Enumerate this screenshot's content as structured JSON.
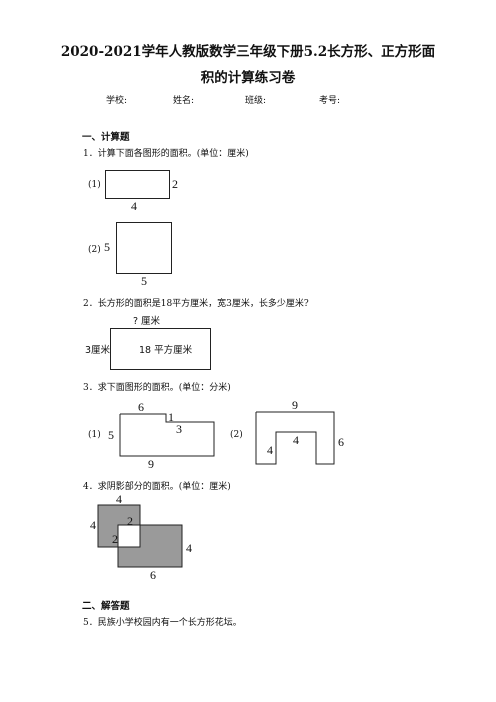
{
  "header": {
    "title_line1": "2020-2021学年人教版数学三年级下册5.2长方形、正方形面",
    "title_line2": "积的计算练习卷",
    "fields": [
      "学校:",
      "姓名:",
      "班级:",
      "考号:"
    ]
  },
  "section1": {
    "heading": "一、计算题",
    "q1": {
      "text": "1．计算下面各图形的面积。(单位：厘米)",
      "fig1": {
        "label": "(1)",
        "width": "4",
        "height": "2"
      },
      "fig2": {
        "label": "(2)",
        "side_left": "5",
        "side_bottom": "5"
      }
    },
    "q2": {
      "text": "2．长方形的面积是18平方厘米，宽3厘米，长多少厘米?",
      "top": "? 厘米",
      "left": "3厘米",
      "center": "18 平方厘米"
    },
    "q3": {
      "text": "3．求下面图形的面积。(单位：分米)",
      "fig1": {
        "label": "(1)",
        "top": "6",
        "step": "1",
        "right": "3",
        "left": "5",
        "bottom": "9"
      },
      "fig2": {
        "label": "(2)",
        "top": "9",
        "inner": "4",
        "inner_left": "4",
        "right": "6"
      }
    },
    "q4": {
      "text": "4．求阴影部分的面积。(单位：厘米)",
      "top": "4",
      "left": "4",
      "overlap_top": "2",
      "overlap_left": "2",
      "right": "4",
      "bottom": "6"
    }
  },
  "section2": {
    "heading": "二、解答题",
    "q5": {
      "text": "5．民族小学校园内有一个长方形花坛。"
    }
  }
}
